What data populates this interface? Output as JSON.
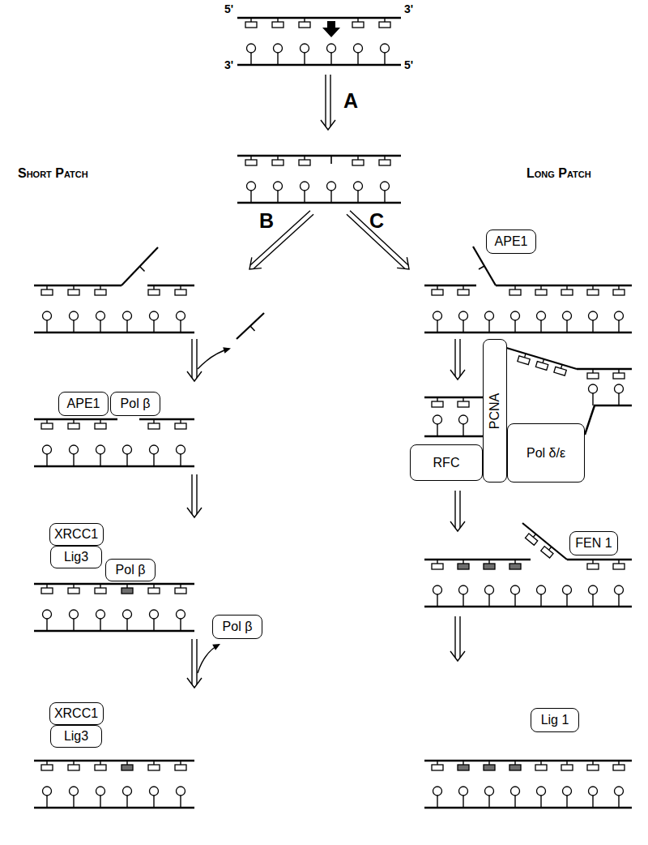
{
  "diagram": {
    "nodes": [
      {
        "text": [
          "APE1"
        ]
      },
      {
        "text": [
          "Pol β"
        ]
      },
      {
        "text": [
          "XRCC1"
        ]
      },
      {
        "text": [
          "Lig3"
        ]
      },
      {
        "text": [
          "Pol β"
        ]
      },
      {
        "text": [
          "Pol β"
        ]
      },
      {
        "text": [
          "XRCC1"
        ]
      },
      {
        "text": [
          "Lig3"
        ]
      },
      {
        "text": [
          "APE1"
        ]
      },
      {
        "text": [
          "PCNA"
        ]
      },
      {
        "text": [
          "RFC"
        ]
      },
      {
        "text": [
          "Pol δ/ε"
        ]
      },
      {
        "text": [
          "FEN 1"
        ]
      },
      {
        "text": [
          "Lig 1"
        ]
      }
    ],
    "labels": [
      "5'",
      "3'",
      "3'",
      "5'",
      "A",
      "B",
      "C",
      "Short Patch",
      "Long Patch"
    ]
  }
}
